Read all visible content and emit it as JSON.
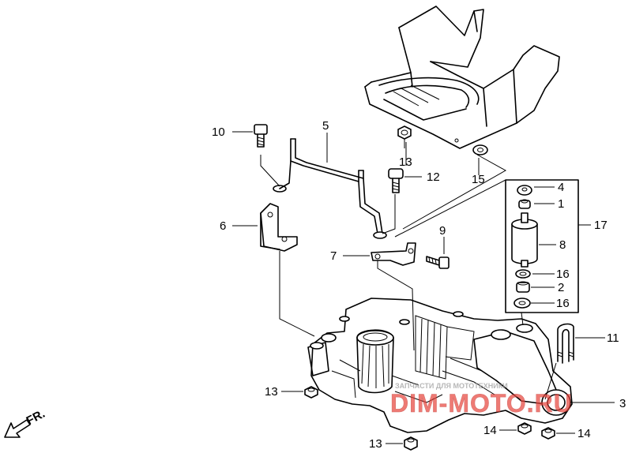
{
  "callouts": {
    "c1": "1",
    "c2": "2",
    "c3": "3",
    "c4": "4",
    "c5": "5",
    "c6": "6",
    "c7": "7",
    "c8": "8",
    "c9": "9",
    "c10": "10",
    "c11": "11",
    "c12": "12",
    "c13a": "13",
    "c13b": "13",
    "c13c": "13",
    "c14a": "14",
    "c14b": "14",
    "c15": "15",
    "c16a": "16",
    "c16b": "16",
    "c17": "17"
  },
  "direction_label": "FR.",
  "watermark": {
    "small_text": "ЗАПЧАСТИ ДЛЯ МОТОТЕХНИКИ",
    "brand_text": "DIM-MOTO.RU",
    "color": "#e8423a"
  }
}
